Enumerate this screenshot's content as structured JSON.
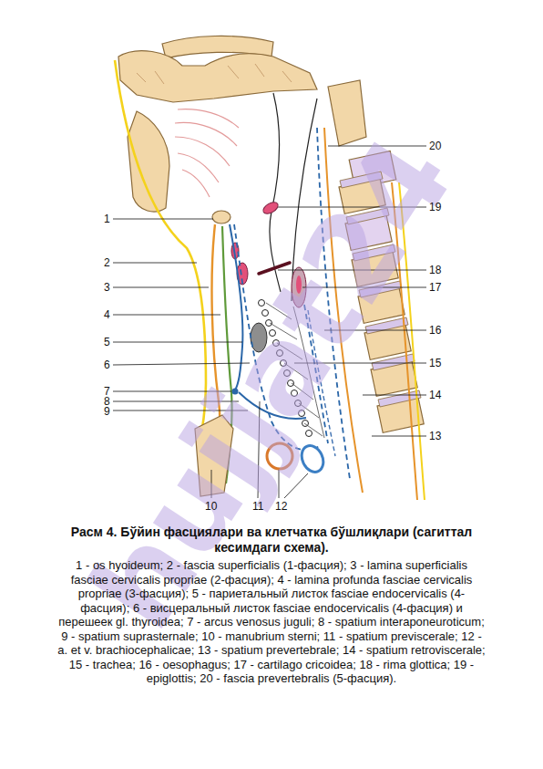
{
  "diagram": {
    "title": "Расм 4. Бўйин фасциялари ва клетчатка бўшлиқлари (сагиттал кесимдаги схема).",
    "caption": "1 - os hyoideum; 2 - fascia superficialis (1-фасция); 3 - lamina superficialis fasciae cervicalis propriae (2-фасция); 4 - lamina profunda fasciae cervicalis propriae (3-фасция); 5 - париетальный листок fasciae endocervicalis (4-фасция); 6 - висцеральный листок fasciae endocervicalis (4-фасция) и перешеек gl. thyroidea; 7 - arcus venosus juguli; 8 - spatium interaponeuroticum; 9 - spatium suprasternale; 10 - manubrium sterni; 11 - spatium previscerale; 12 - a. et v. brachiocephalicae; 13 - spatium prevertebrale; 14 - spatium retroviscerale; 15 - trachea; 16 - oesophagus; 17 - cartilago cricoidea; 18 - rima glottica; 19 - epiglottis; 20 - fascia prevertebralis (5-фасция).",
    "labels": [
      "1",
      "2",
      "3",
      "4",
      "5",
      "6",
      "7",
      "8",
      "9",
      "10",
      "11",
      "12",
      "13",
      "14",
      "15",
      "16",
      "17",
      "18",
      "19",
      "20",
      "hujjat24"
    ]
  }
}
